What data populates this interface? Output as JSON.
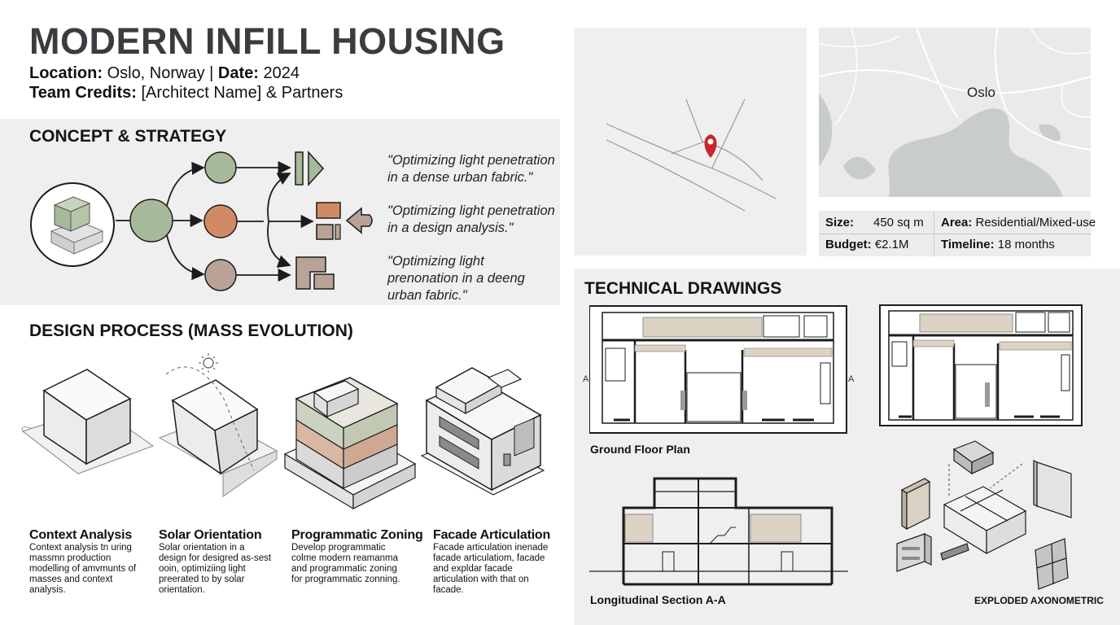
{
  "header": {
    "title": "MODERN INFILL HOUSING",
    "location_label": "Location:",
    "location_value": "Oslo, Norway |",
    "date_label": "Date:",
    "date_value": "2024",
    "team_label": "Team Credits:",
    "team_value": "[Architect Name] & Partners"
  },
  "concept": {
    "heading": "CONCEPT & STRATEGY",
    "quotes": [
      "\"Optimizing light penetration in a dense urban fabric.\"",
      "\"Optimizing light penetration in a design analysis.\"",
      "\"Optimizing light prenonation in a deeng urban fabric.\""
    ],
    "colors": {
      "green": "#a6b99a",
      "orange": "#d28a66",
      "taupe": "#b9a296"
    }
  },
  "process": {
    "heading": "DESIGN PROCESS (MASS EVOLUTION)",
    "steps": [
      {
        "title": "Context Analysis",
        "text": "Context analysis tn uring massmn production modelling of amvmunts of masses and context analysis."
      },
      {
        "title": "Solar Orientation",
        "text": "Solar orientation in a design for desigred as-sest ooin, optimiziing light preerated to by solar orientation."
      },
      {
        "title": "Programmatic Zoning",
        "text": "Develop programmatic colme modern reamanma and programmatic zoning for programmatic zonning."
      },
      {
        "title": "Facade Articulation",
        "text": "Facade articulation inenade facade articulatiom, facade and expldar facade articulation with that on facade."
      }
    ]
  },
  "map": {
    "city_label": "Oslo",
    "pin_color": "#c8262c"
  },
  "stats": {
    "size_label": "Size:",
    "size_value": "450 sq m",
    "area_label": "Area:",
    "area_value": "Residential/Mixed-use",
    "budget_label": "Budget:",
    "budget_value": "€2.1M",
    "timeline_label": "Timeline:",
    "timeline_value": "18 months"
  },
  "technical": {
    "heading": "TECHNICAL DRAWINGS",
    "ground_floor_label": "Ground Floor Plan",
    "section_label": "Longitudinal Section A-A",
    "exploded_label": "EXPLODED AXONOMETRIC",
    "section_marker": "A"
  }
}
